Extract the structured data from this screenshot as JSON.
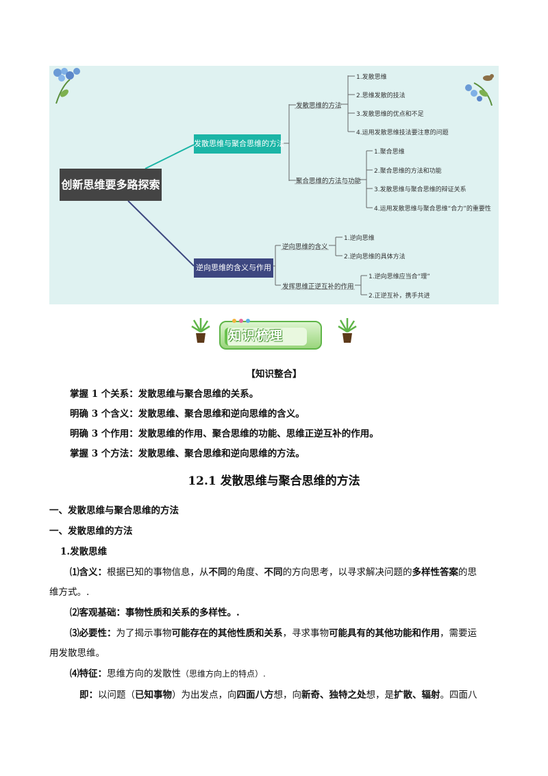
{
  "mindmap": {
    "root": "创新思维要多路探索",
    "branch1": {
      "label": "发散思维与聚合思维的方法",
      "sub1": {
        "label": "发散思维的方法",
        "leaves": [
          "1.发散思维",
          "2.思维发散的技法",
          "3.发散思维的优点和不足",
          "4.运用发散思维技法要注意的问题"
        ]
      },
      "sub2": {
        "label": "聚合思维的方法与功能",
        "leaves": [
          "1.聚合思维",
          "2.聚合思维的方法和功能",
          "3.发散思维与聚合思维的辩证关系",
          "4.运用发散思维与聚合思维“合力”的重要性"
        ]
      }
    },
    "branch2": {
      "label": "逆向思维的含义与作用",
      "sub1": {
        "label": "逆向思维的含义",
        "leaves": [
          "1.逆向思维",
          "2.逆向思维的具体方法"
        ]
      },
      "sub2": {
        "label": "发挥思维正逆互补的作用",
        "leaves": [
          "1.逆向思维应当合“理”",
          "2.正逆互补，携手共进"
        ]
      }
    }
  },
  "banner": {
    "title": "知识梳理"
  },
  "doc": {
    "integration_heading": "【知识整合】",
    "summary": [
      "掌握 1 个关系：发散思维与聚合思维的关系。",
      "明确 3 个含义：发散思维、聚合思维和逆向思维的含义。",
      "明确 3 个作用：发散思维的作用、聚合思维的功能、思维正逆互补的作用。",
      "掌握 3 个方法：发散思维、聚合思维和逆向思维的方法。"
    ],
    "section_title": "12.1  发散思维与聚合思维的方法",
    "h1": "一、发散思维与聚合思维的方法",
    "h2": "一、发散思维的方法",
    "h3": "1.发散思维",
    "p1": {
      "label": "⑴含义：",
      "t1": "根据已知的事物信息，从",
      "b1": "不同",
      "t2": "的角度、",
      "b2": "不同",
      "t3": "的方向思考，以寻求解决问题的",
      "b3": "多样性答案",
      "t4": "的思",
      "line2": "维方式。."
    },
    "p2": "⑵客观基础：事物性质和关系的多样性。.",
    "p3": {
      "label": "⑶必要性：",
      "t1": "为了揭示事物",
      "b1": "可能存在的其他性质和关系",
      "t2": "，寻求事物",
      "b2": "可能具有的其他功能和作用",
      "t3": "，需要运",
      "line2": "用发散思维。"
    },
    "p4": {
      "label": "⑷特征：",
      "t1": "思维方向的发散性",
      "t2": "（思维方向上的特点）."
    },
    "p5": {
      "label": "即：",
      "t1": "以问题（",
      "b1": "已知事物",
      "t2": "）为出发点，向",
      "b2": "四面八方",
      "t3": "想，向",
      "b3": "新奇、独特之处",
      "t4": "想，是",
      "b4": "扩散、辐射",
      "t5": "。四面八"
    }
  },
  "colors": {
    "teal": "#1bb5a6",
    "navy": "#3d4780",
    "root": "#444444",
    "map_bg": "#dff2f1",
    "banner_green": "#6ac24e"
  }
}
